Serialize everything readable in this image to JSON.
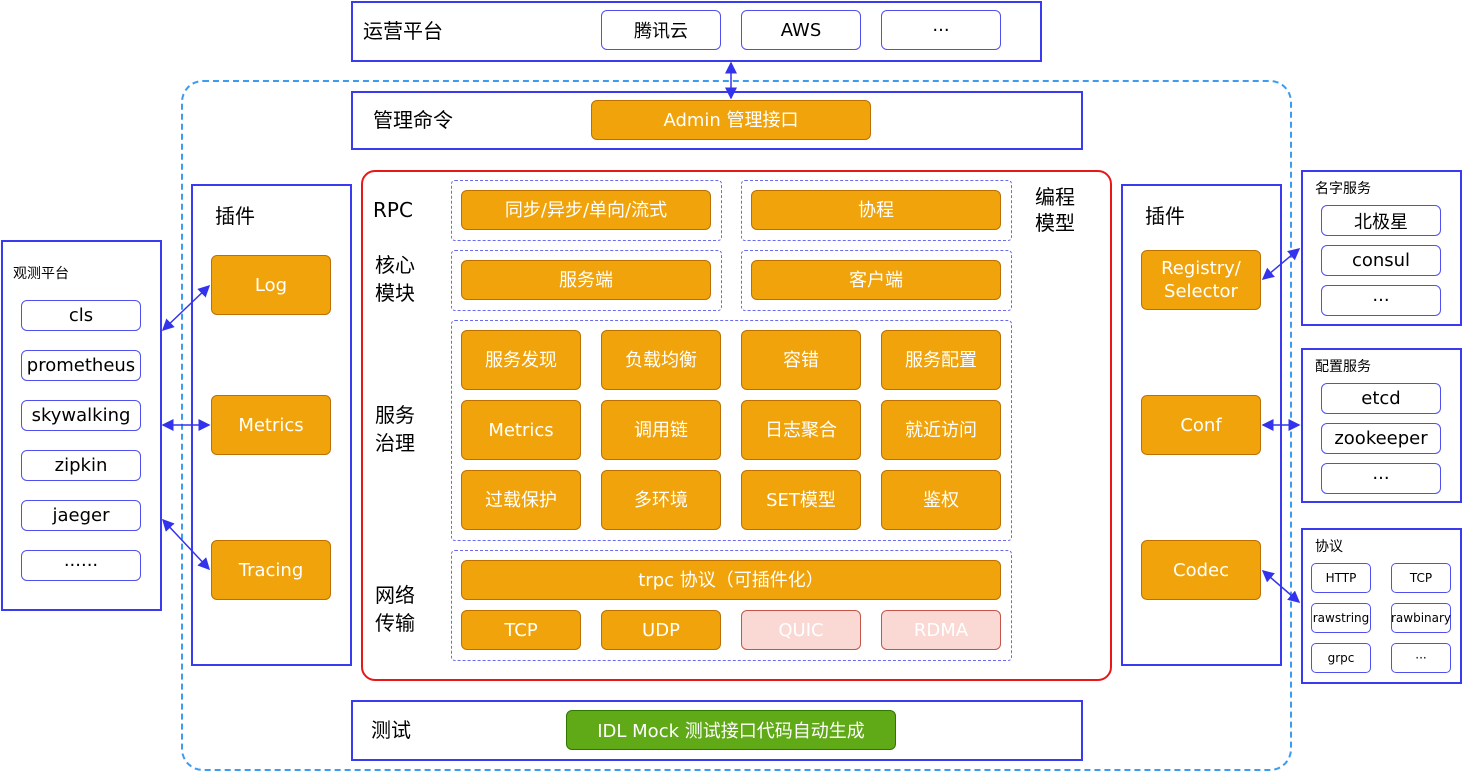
{
  "ops": {
    "title": "运营平台",
    "items": [
      "腾讯云",
      "AWS",
      "···"
    ]
  },
  "admin": {
    "title": "管理命令",
    "button": "Admin 管理接口"
  },
  "core": {
    "rpc": "RPC",
    "core_module": [
      "核心",
      "模块"
    ],
    "governance": [
      "服务",
      "治理"
    ],
    "network": [
      "网络",
      "传输"
    ],
    "programming_model": [
      "编程",
      "模型"
    ],
    "rpc_items": [
      "同步/异步/单向/流式",
      "协程"
    ],
    "core_items": [
      "服务端",
      "客户端"
    ],
    "gov_items": [
      "服务发现",
      "负载均衡",
      "容错",
      "服务配置",
      "Metrics",
      "调用链",
      "日志聚合",
      "就近访问",
      "过载保护",
      "多环境",
      "SET模型",
      "鉴权"
    ],
    "protocol": "trpc 协议（可插件化）",
    "transports": [
      "TCP",
      "UDP",
      "QUIC",
      "RDMA"
    ]
  },
  "left_plugins": {
    "title": "插件",
    "items": [
      "Log",
      "Metrics",
      "Tracing"
    ]
  },
  "observe": {
    "title": "观测平台",
    "items": [
      "cls",
      "prometheus",
      "skywalking",
      "zipkin",
      "jaeger",
      "······"
    ]
  },
  "right_plugins": {
    "title": "插件",
    "items": [
      "Registry/ Selector",
      "Conf",
      "Codec"
    ]
  },
  "naming": {
    "title": "名字服务",
    "items": [
      "北极星",
      "consul",
      "···"
    ]
  },
  "config": {
    "title": "配置服务",
    "items": [
      "etcd",
      "zookeeper",
      "···"
    ]
  },
  "protocols": {
    "title": "协议",
    "items": [
      "HTTP",
      "TCP",
      "rawstring",
      "rawbinary",
      "grpc",
      "···"
    ]
  },
  "test": {
    "title": "测试",
    "button": "IDL Mock 测试接口代码自动生成"
  }
}
